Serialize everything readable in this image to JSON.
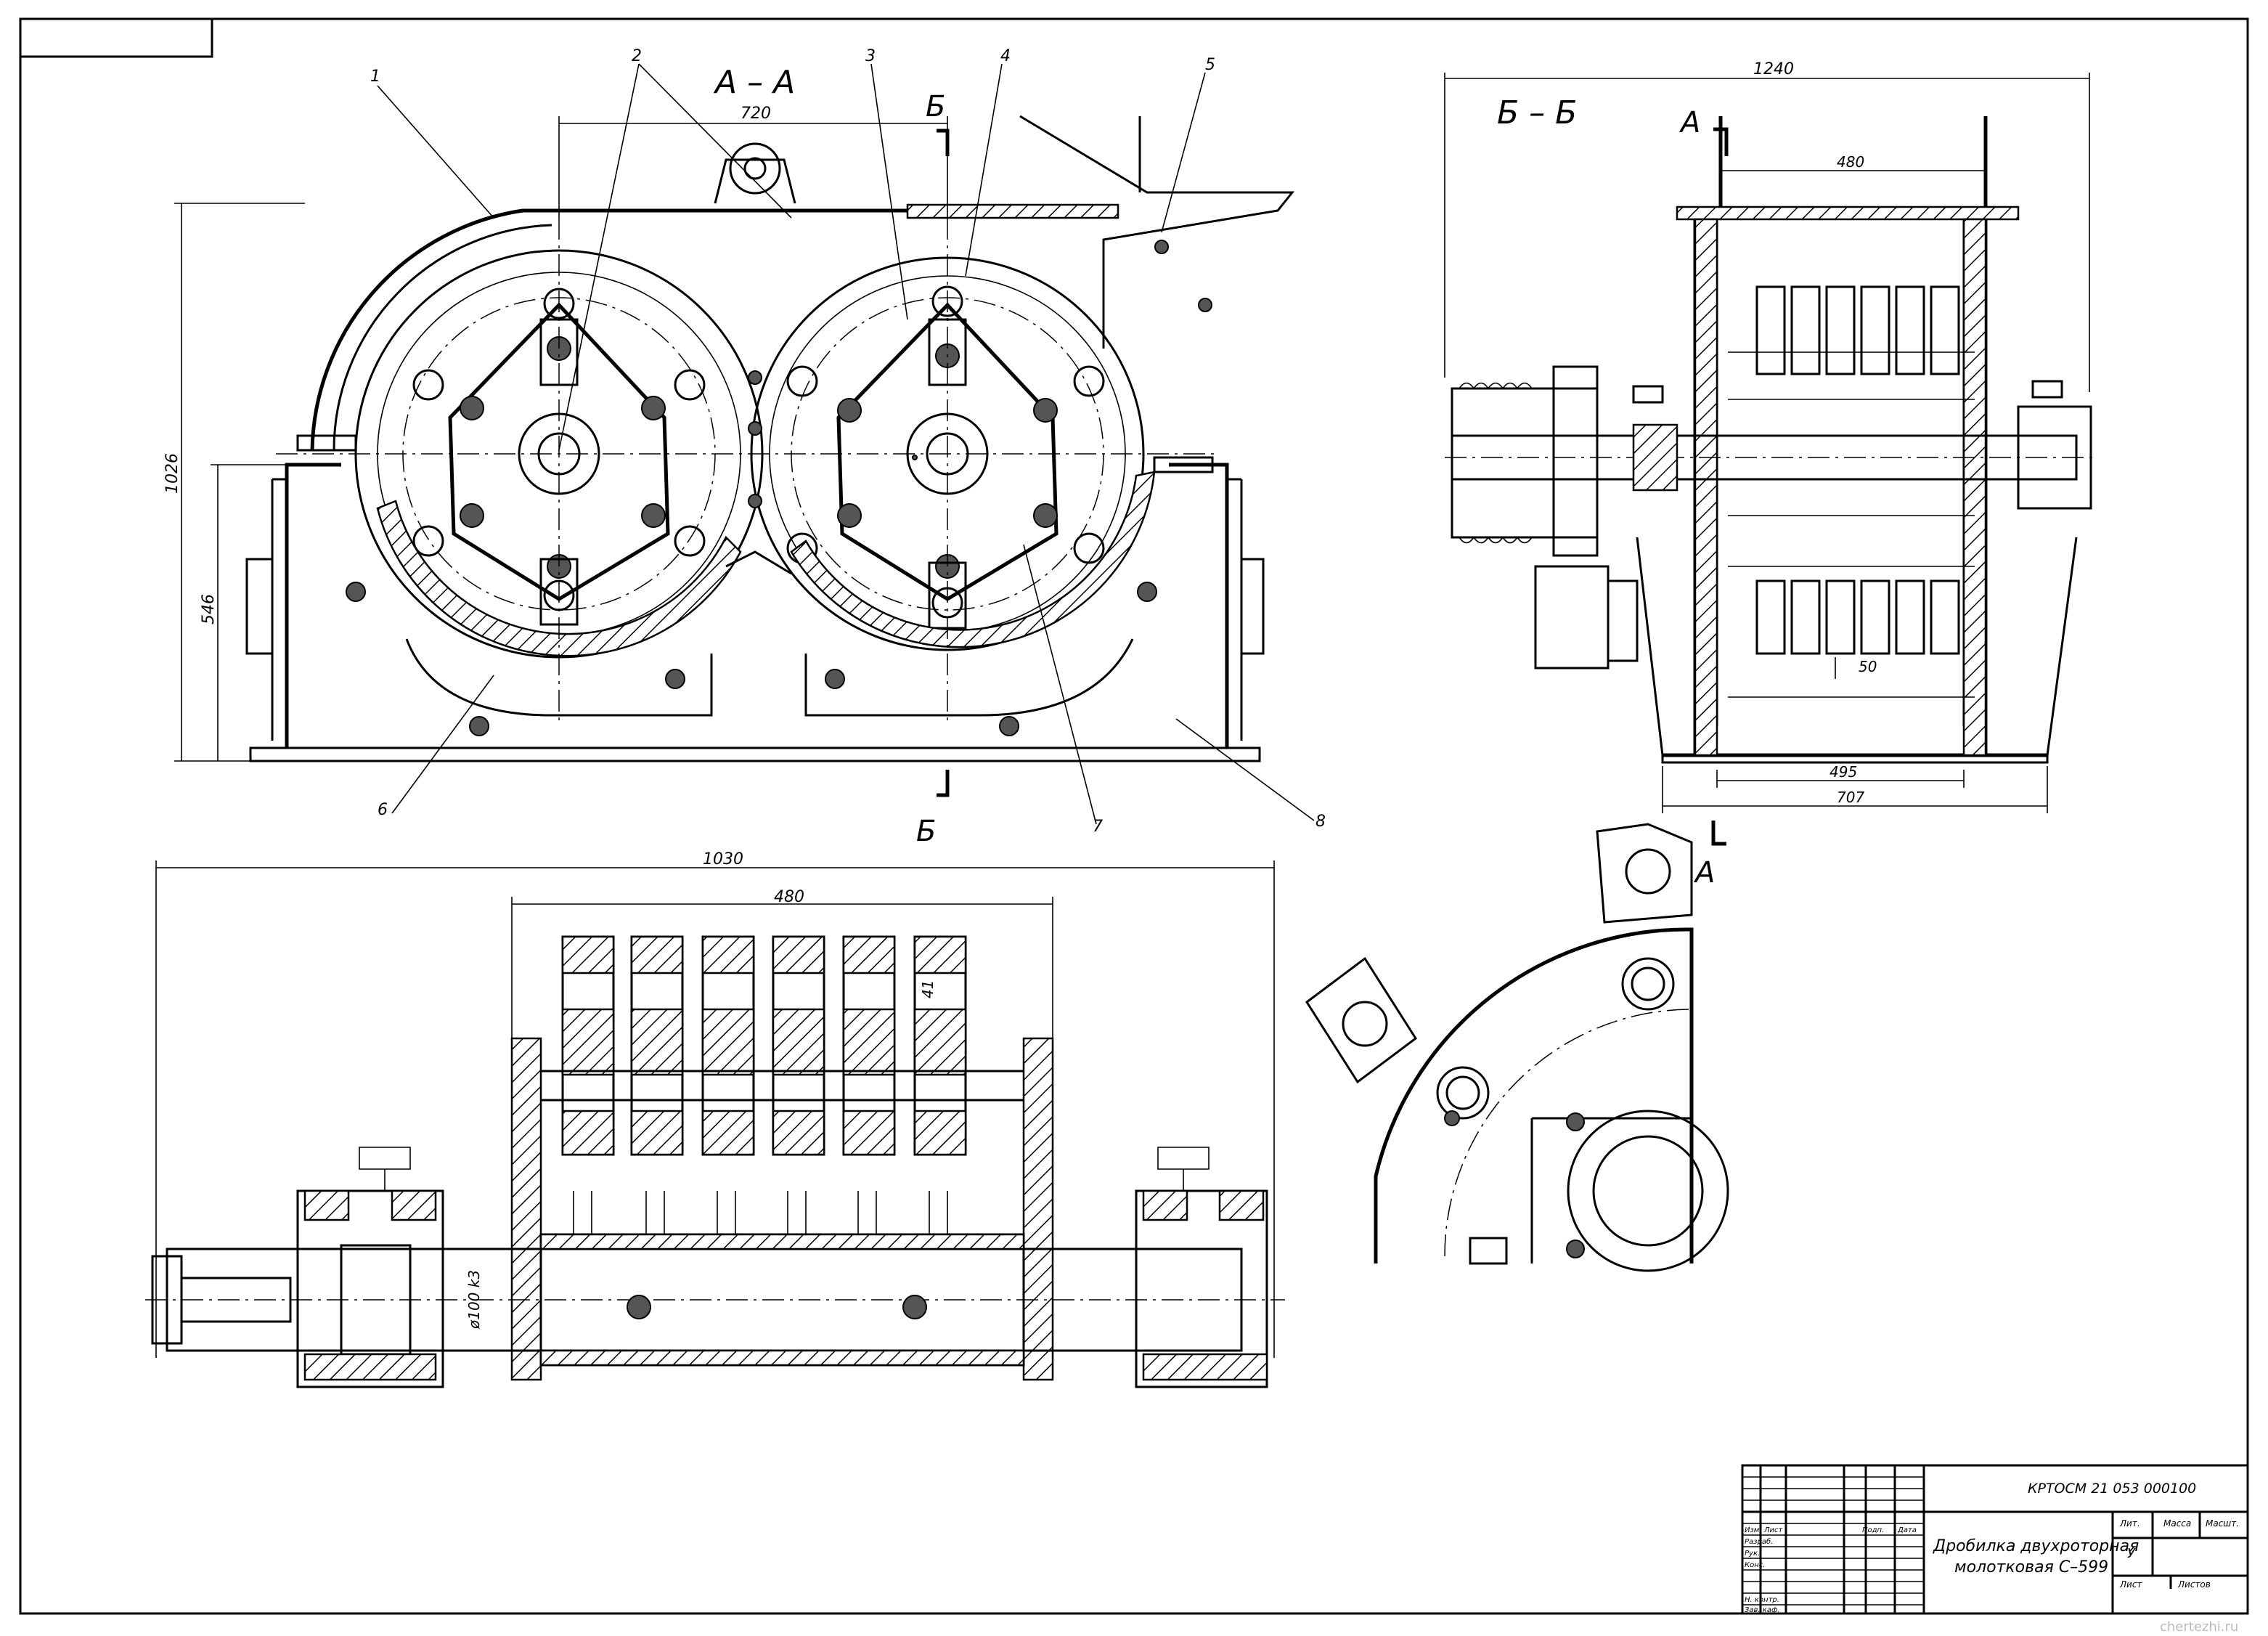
{
  "sheet": {
    "section_aa": "А – А",
    "section_bb": "Б – Б",
    "mark_b": "Б",
    "mark_a": "А"
  },
  "callouts": [
    "1",
    "2",
    "3",
    "4",
    "5",
    "6",
    "7",
    "8"
  ],
  "dimensions": {
    "d720": "720",
    "d1026": "1026",
    "d546": "546",
    "d1240": "1240",
    "d480_top": "480",
    "d495": "495",
    "d707": "707",
    "d50": "50",
    "d1030": "1030",
    "d480_bottom": "480",
    "d41": "41",
    "shaft_dia": "ø100 k3"
  },
  "title_block": {
    "doc_code": "КРТОСМ 21 053 000100",
    "title_line1": "Дробилка двухроторная",
    "title_line2": "молотковая С–599",
    "cols": {
      "lit": "Лит.",
      "massa": "Масса",
      "masshtab": "Масшт."
    },
    "y_mark": "У",
    "sheet": "Лист",
    "sheets": "Листов",
    "rows": {
      "izm": "Изм.",
      "list": "Лист",
      "podp": "Подп.",
      "data": "Дата",
      "razrab": "Разраб.",
      "ruk": "Рук.",
      "kons": "Конс.",
      "n_kontr": "Н. контр.",
      "zav_kaf": "Зав. каф."
    }
  },
  "watermark": "chertezhi.ru"
}
